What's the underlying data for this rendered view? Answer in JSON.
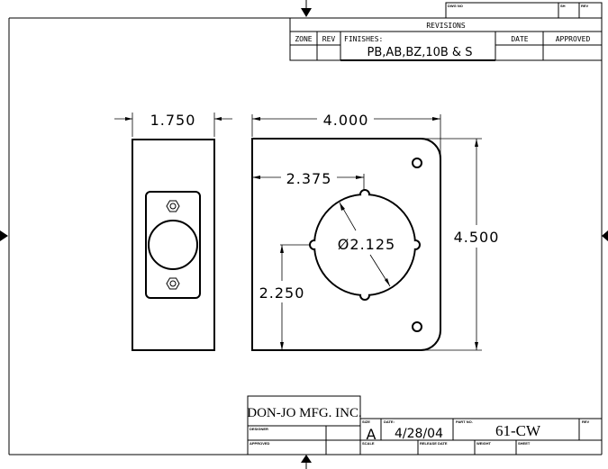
{
  "revisions": {
    "dwg_no_label": "DWG NO",
    "sh_label": "SH",
    "rev_label": "REV",
    "title": "REVISIONS",
    "columns": {
      "zone": "ZONE",
      "rev": "REV",
      "finishes": "FINISHES:",
      "date": "DATE",
      "approved": "APPROVED"
    },
    "finishes_value": "PB,AB,BZ,10B & S"
  },
  "dimensions": {
    "side_width": "1.750",
    "plate_width": "4.000",
    "hole_offset_x": "2.375",
    "hole_diameter": "Ø2.125",
    "hole_offset_y": "2.250",
    "plate_height": "4.500"
  },
  "title_block": {
    "company": "DON-JO MFG. INC.",
    "designer_label": "DESIGNER",
    "approved_label": "APPROVED",
    "size_label": "SIZE",
    "size_value": "A",
    "date_label": "DATE:",
    "date_value": "4/28/04",
    "part_no_label": "PART NO.",
    "part_no_value": "61-CW",
    "rev_label": "REV",
    "scale_label": "SCALE",
    "release_date_label": "RELEASE DATE",
    "weight_label": "WEIGHT",
    "sheet_label": "SHEET"
  }
}
